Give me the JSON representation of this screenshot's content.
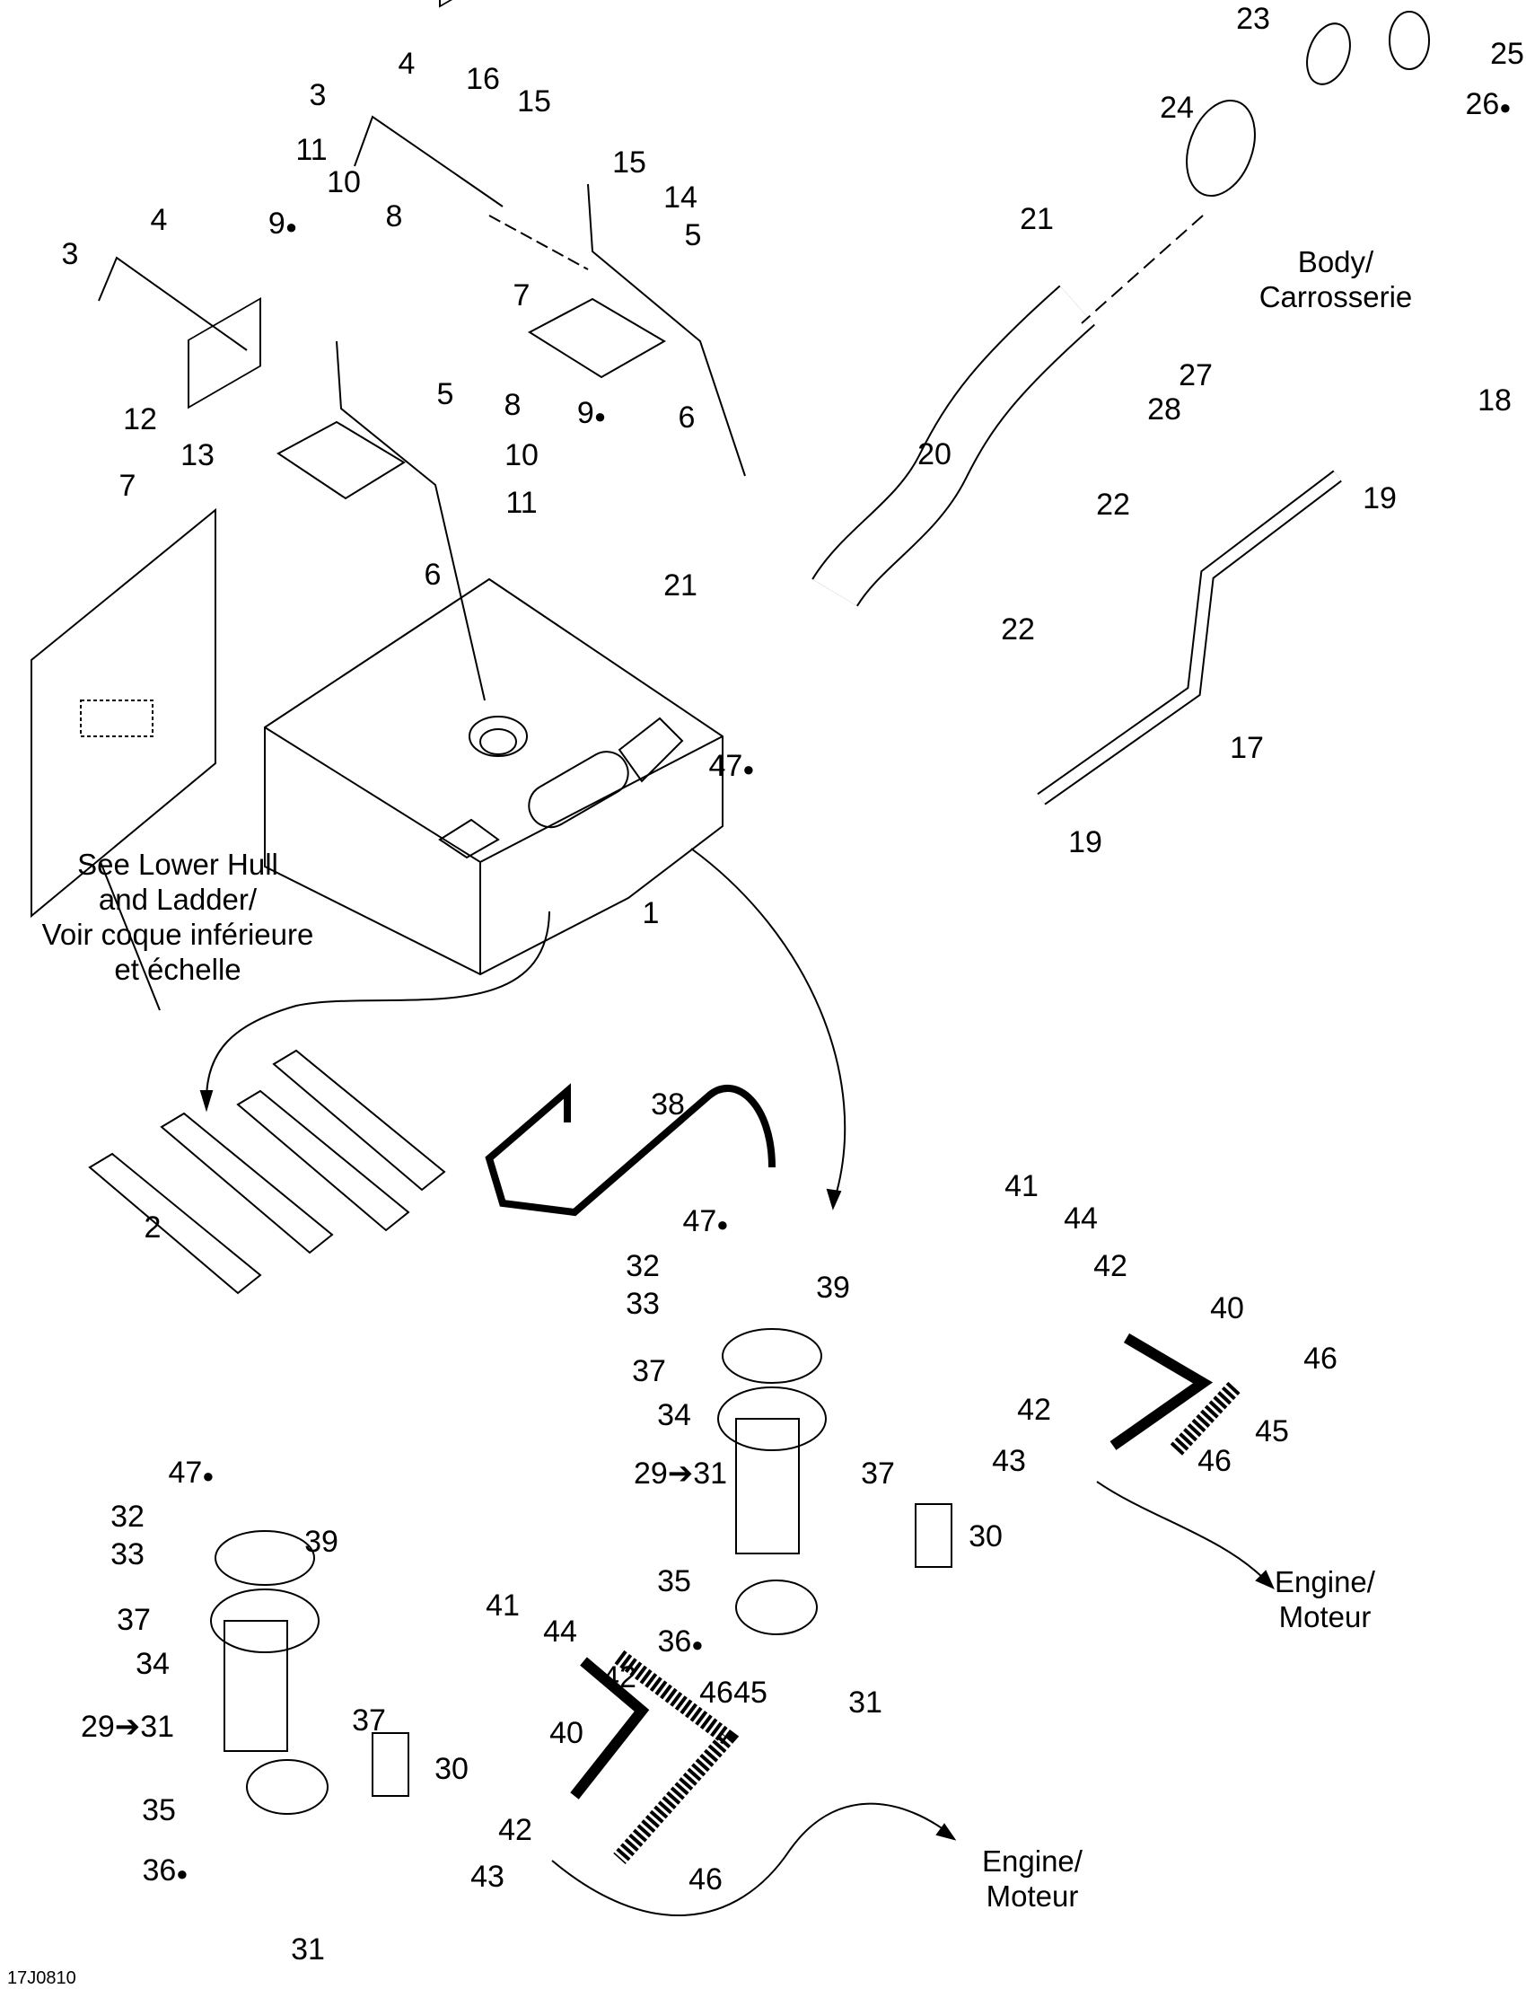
{
  "diagram": {
    "code": "17J0810",
    "notes": {
      "body": [
        "Body/",
        "Carrosserie"
      ],
      "see_lower_hull": [
        "See Lower Hull",
        "and Ladder/",
        "Voir coque inférieure",
        "et échelle"
      ],
      "engine_upper": [
        "Engine/",
        "Moteur"
      ],
      "engine_lower": [
        "Engine/",
        "Moteur"
      ]
    },
    "callouts": [
      {
        "text": "23"
      },
      {
        "text": "25"
      },
      {
        "text": "26",
        "icon": "drop"
      },
      {
        "text": "24"
      },
      {
        "text": "21"
      },
      {
        "text": "18"
      },
      {
        "text": "27"
      },
      {
        "text": "28"
      },
      {
        "text": "22"
      },
      {
        "text": "19"
      },
      {
        "text": "20"
      },
      {
        "text": "16"
      },
      {
        "text": "15"
      },
      {
        "text": "4"
      },
      {
        "text": "3"
      },
      {
        "text": "11"
      },
      {
        "text": "10"
      },
      {
        "text": "9",
        "icon": "drop"
      },
      {
        "text": "8"
      },
      {
        "text": "15"
      },
      {
        "text": "14"
      },
      {
        "text": "5"
      },
      {
        "text": "7"
      },
      {
        "text": "6"
      },
      {
        "text": "4"
      },
      {
        "text": "3"
      },
      {
        "text": "12"
      },
      {
        "text": "13"
      },
      {
        "text": "7"
      },
      {
        "text": "5"
      },
      {
        "text": "8"
      },
      {
        "text": "9",
        "icon": "drop"
      },
      {
        "text": "10"
      },
      {
        "text": "11"
      },
      {
        "text": "6"
      },
      {
        "text": "21"
      },
      {
        "text": "22"
      },
      {
        "text": "47",
        "icon": "drop"
      },
      {
        "text": "17"
      },
      {
        "text": "19"
      },
      {
        "text": "1"
      },
      {
        "text": "38"
      },
      {
        "text": "2"
      },
      {
        "text": "47",
        "icon": "drop"
      },
      {
        "text": "39"
      },
      {
        "text": "32"
      },
      {
        "text": "33"
      },
      {
        "text": "37"
      },
      {
        "text": "34"
      },
      {
        "text": "29➔31"
      },
      {
        "text": "37"
      },
      {
        "text": "30"
      },
      {
        "text": "35"
      },
      {
        "text": "36",
        "icon": "drop"
      },
      {
        "text": "31"
      },
      {
        "text": "41"
      },
      {
        "text": "44"
      },
      {
        "text": "42"
      },
      {
        "text": "40"
      },
      {
        "text": "46"
      },
      {
        "text": "45"
      },
      {
        "text": "42"
      },
      {
        "text": "46"
      },
      {
        "text": "43"
      },
      {
        "text": "47",
        "icon": "drop"
      },
      {
        "text": "32"
      },
      {
        "text": "33"
      },
      {
        "text": "39"
      },
      {
        "text": "37"
      },
      {
        "text": "34"
      },
      {
        "text": "29➔31"
      },
      {
        "text": "37"
      },
      {
        "text": "30"
      },
      {
        "text": "35"
      },
      {
        "text": "36",
        "icon": "drop"
      },
      {
        "text": "31"
      },
      {
        "text": "41"
      },
      {
        "text": "44"
      },
      {
        "text": "42"
      },
      {
        "text": "40"
      },
      {
        "text": "45"
      },
      {
        "text": "46"
      },
      {
        "text": "42"
      },
      {
        "text": "43"
      },
      {
        "text": "46"
      }
    ]
  }
}
